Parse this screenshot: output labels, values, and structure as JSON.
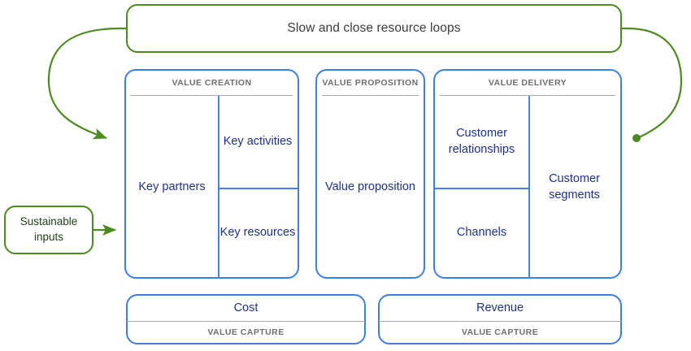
{
  "diagram": {
    "title": "Slow and close resource loops",
    "colors": {
      "green": "#4E8A22",
      "blue": "#3F7FE0",
      "navy_text": "#1F3288",
      "gray_text": "#6E6E6E",
      "rule": "#A8A8A8"
    }
  },
  "loop_banner": {
    "label": "Slow and close resource loops"
  },
  "inputs": {
    "label": "Sustainable inputs"
  },
  "sections": [
    {
      "header": "VALUE CREATION",
      "cells": [
        {
          "label": "Key partners"
        },
        {
          "label": "Key activities"
        },
        {
          "label": "Key resources"
        }
      ]
    },
    {
      "header": "VALUE PROPOSITION",
      "cells": [
        {
          "label": "Value proposition"
        }
      ]
    },
    {
      "header": "VALUE DELIVERY",
      "cells": [
        {
          "label": "Customer relationships"
        },
        {
          "label": "Channels"
        },
        {
          "label": "Customer segments"
        }
      ]
    }
  ],
  "capture": [
    {
      "title": "Cost",
      "subtitle": "VALUE CAPTURE"
    },
    {
      "title": "Revenue",
      "subtitle": "VALUE CAPTURE"
    }
  ]
}
